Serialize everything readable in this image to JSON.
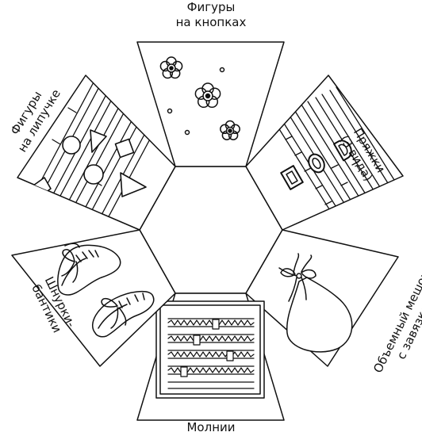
{
  "colors": {
    "line": "#111111",
    "fill": "#ffffff"
  },
  "panels": {
    "top": {
      "line1": "Фигуры",
      "line2": "на кнопках",
      "picture": "flowers-on-buttons"
    },
    "top_right": {
      "line1": "Пряжки",
      "line2": "(3 вида)",
      "picture": "three-buckles-on-straps"
    },
    "bottom_right": {
      "line1": "Объемный мешок",
      "line2": "с завязкой",
      "picture": "drawstring-bag"
    },
    "bottom": {
      "line1": "Молнии",
      "picture": "zippers"
    },
    "bottom_left": {
      "line1": "Шнурки-",
      "line2": "бантики",
      "picture": "laced-shoes"
    },
    "top_left": {
      "line1": "Фигуры",
      "line2": "на липучке",
      "picture": "velcro-shapes"
    }
  }
}
